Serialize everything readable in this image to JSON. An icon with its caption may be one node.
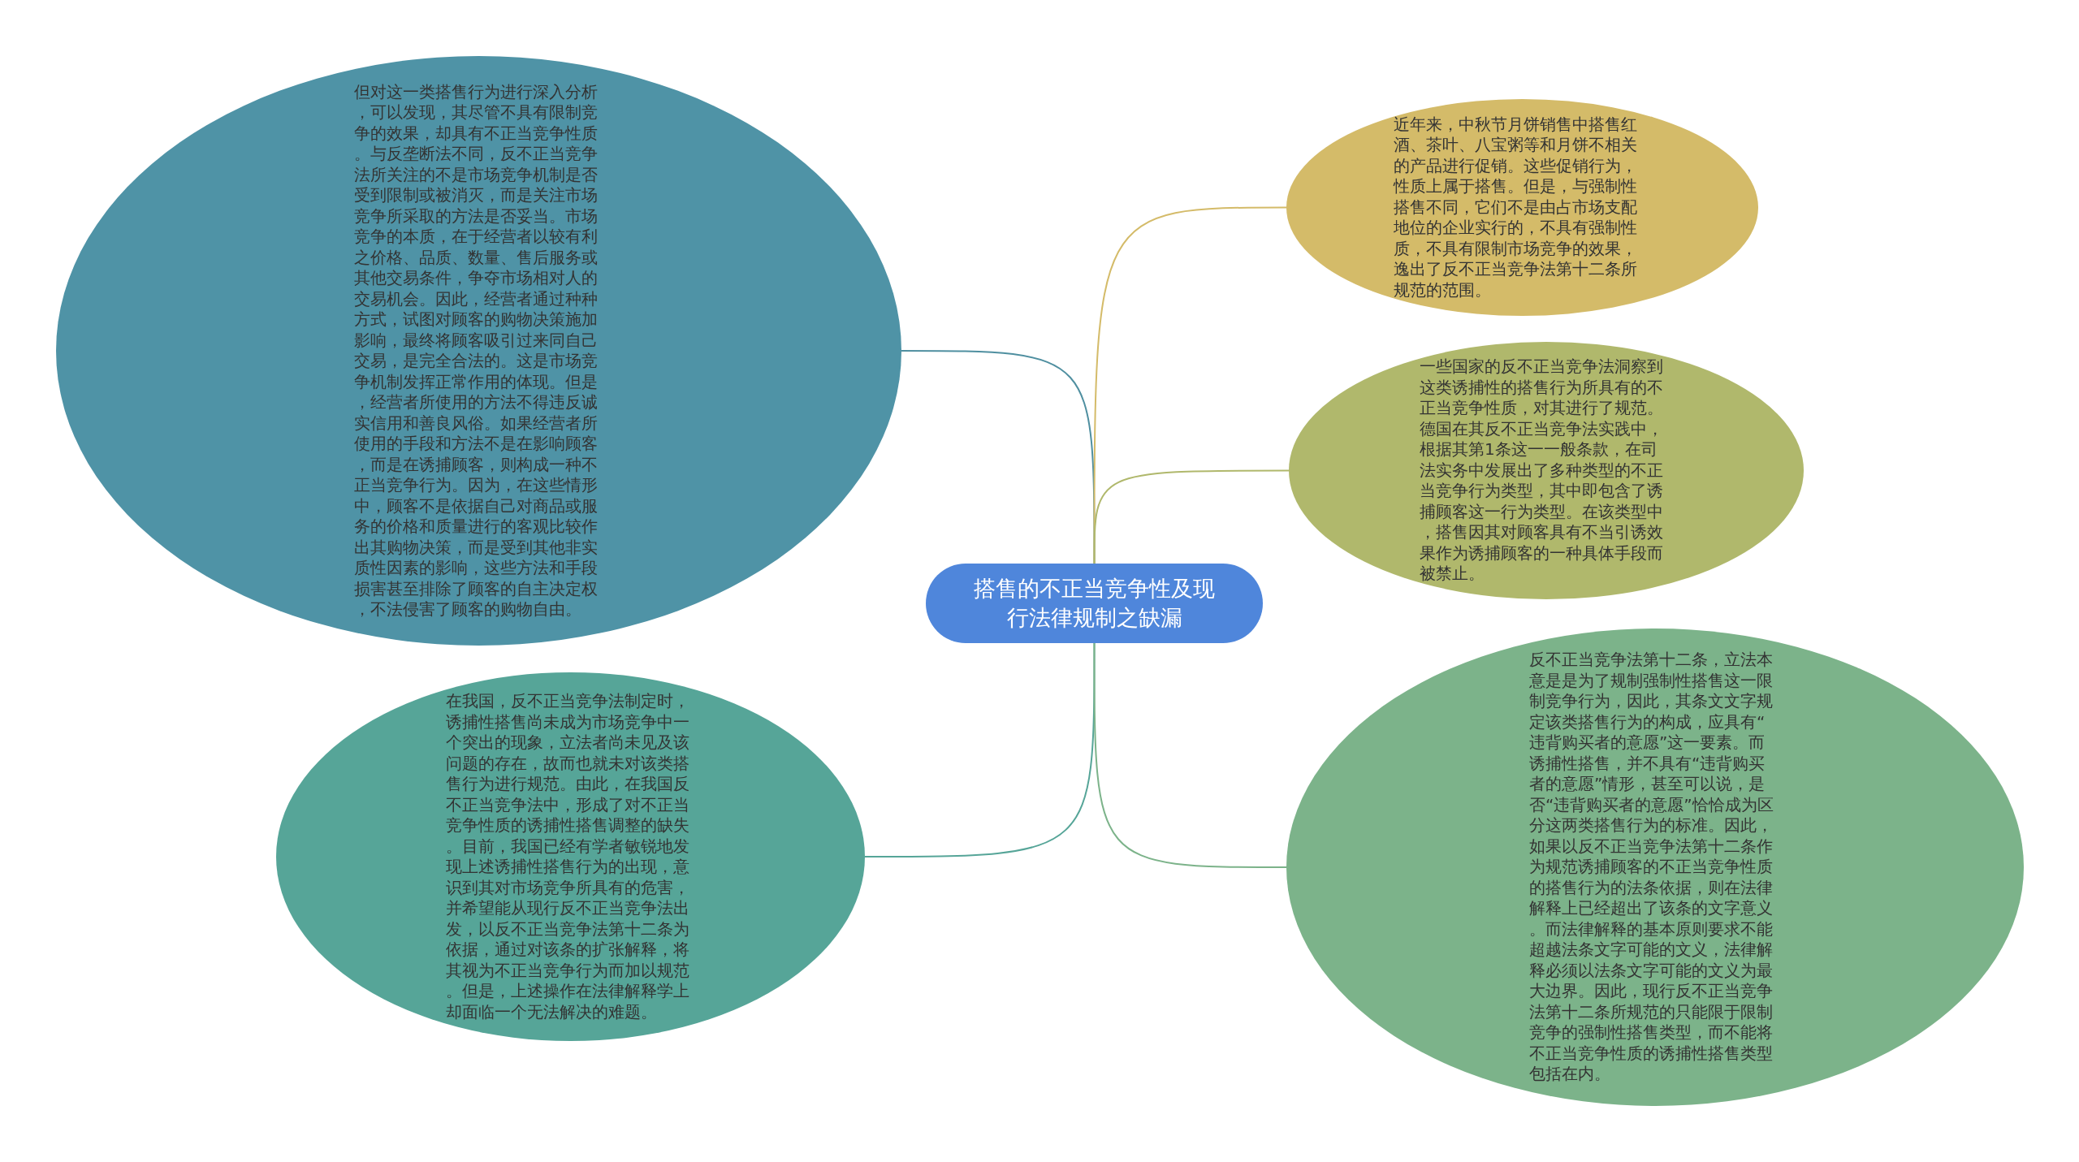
{
  "diagram": {
    "nodes": [
      {
        "text": [
          "搭售的不正当竞争性及现行法律规制之缺漏"
        ]
      },
      {
        "text": [
          "但对这一类搭售行为进行深入分析，可以发现，其尽管不具有限制竞争的效果，却具有不正当竞争性质。与反垄断法不同，反不正当竞争法所关注的不是市场竞争机制是否受到限制或被消灭，而是关注市场竞争所采取的方法是否妥当。市场竞争的本质，在于经营者以较有利之价格、品质、数量、售后服务或其他交易条件，争夺市场相对人的交易机会。因此，经营者通过种种方式，试图对顾客的购物决策施加影响，最终将顾客吸引过来同自己交易，是完全合法的。这是市场竞争机制发挥正常作用的体现。但是，经营者所使用的方法不得违反诚实信用和善良风俗。如果经营者所使用的手段和方法不是在影响顾客，而是在诱捕顾客，则构成一种不正当竞争行为。因为，在这些情形中，顾客不是依据自己对商品或服务的价格和质量进行的客观比较作出其购物决策，而是受到其他非实质性因素的影响，这些方法和手段损害甚至排除了顾客的自主决定权，不法侵害了顾客的购物自由。"
        ]
      },
      {
        "text": [
          "在我国，反不正当竞争法制定时，诱捕性搭售尚未成为市场竞争中一个突出的现象，立法者尚未见及该问题的存在，故而也就未对该类搭售行为进行规范。由此，在我国反不正当竞争法中，形成了对不正当竞争性质的诱捕性搭售调整的缺失。目前，我国已经有学者敏锐地发现上述诱捕性搭售行为的出现，意识到其对市场竞争所具有的危害，并希望能从现行反不正当竞争法出发，以反不正当竞争法第十二条为依据，通过对该条的扩张解释，将其视为不正当竞争行为而加以规范。但是，上述操作在法律解释学上却面临一个无法解决的难题。"
        ]
      },
      {
        "text": [
          "近年来，中秋节月饼销售中搭售红酒、茶叶、八宝粥等和月饼不相关的产品进行促销。这些促销行为，性质上属于搭售。但是，与强制性搭售不同，它们不是由占市场支配地位的企业实行的，不具有强制性质，不具有限制市场竞争的效果，逸出了反不正当竞争法第十二条所规范的范围。"
        ]
      },
      {
        "text": [
          "一些国家的反不正当竞争法洞察到这类诱捕性的搭售行为所具有的不正当竞争性质，对其进行了规范。德国在其反不正当竞争法实践中，根据其第1条这一一般条款，在司法实务中发展出了多种类型的不正当竞争行为类型，其中即包含了诱捕顾客这一行为类型。在该类型中，搭售因其对顾客具有不当引诱效果作为诱捕顾客的一种具体手段而被禁止。"
        ]
      },
      {
        "text": [
          "反不正当竞争法第十二条，立法本意是是为了规制强制性搭售这一限制竞争行为，因此，其条文文字规定该类搭售行为的构成，应具有“违背购买者的意愿”这一要素。而诱捕性搭售，并不具有“违背购买者的意愿”情形，甚至可以说，是否“违背购买者的意愿”恰恰成为区分这两类搭售行为的标准。因此，如果以反不正当竞争法第十二条作为规范诱捕顾客的不正当竞争性质的搭售行为的法条依据，则在法律解释上已经超出了该条的文字意义。而法律解释的基本原则要求不能超越法条文字可能的文义，法律解释必须以法条文字可能的文义为最大边界。因此，现行反不正当竞争法第十二条所规范的只能限于限制竞争的强制性搭售类型，而不能将不正当竞争性质的诱捕性搭售类型包括在内。"
        ]
      }
    ],
    "edges": [
      {
        "from": 0,
        "to": 1,
        "arrow": "none",
        "color": "#4f8fa0"
      },
      {
        "from": 0,
        "to": 2,
        "arrow": "none",
        "color": "#56a598"
      },
      {
        "from": 0,
        "to": 3,
        "arrow": "none",
        "color": "#d4bb69"
      },
      {
        "from": 0,
        "to": 4,
        "arrow": "none",
        "color": "#b0b86c"
      },
      {
        "from": 0,
        "to": 5,
        "arrow": "none",
        "color": "#7cb38a"
      }
    ]
  }
}
